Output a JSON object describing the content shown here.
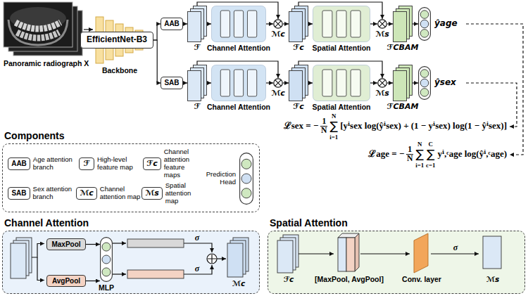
{
  "diagram": {
    "nodes": [
      {
        "text": [
          "Panoramic radiograph X"
        ]
      },
      {
        "text": [
          "Backbone"
        ]
      },
      {
        "text": [
          "EfficientNet-B3"
        ],
        "in": 1
      },
      {
        "text": [
          "AAB"
        ]
      },
      {
        "text": [
          "SAB"
        ]
      },
      {
        "text": [
          "ℱ"
        ]
      },
      {
        "text": [
          "Channel Attention"
        ]
      },
      {
        "text": [
          "ℳc"
        ]
      },
      {
        "text": [
          "ℱc"
        ]
      },
      {
        "text": [
          "Spatial Attention"
        ]
      },
      {
        "text": [
          "ℳs"
        ]
      },
      {
        "text": [
          "ℱCBAM"
        ]
      },
      {
        "text": [
          "ŷage"
        ]
      },
      {
        "text": [
          "ℱ"
        ]
      },
      {
        "text": [
          "Channel Attention"
        ]
      },
      {
        "text": [
          "ℳc"
        ]
      },
      {
        "text": [
          "ℱc"
        ]
      },
      {
        "text": [
          "Spatial Attention"
        ]
      },
      {
        "text": [
          "ℳs"
        ]
      },
      {
        "text": [
          "ℱCBAM"
        ]
      },
      {
        "text": [
          "ŷsex"
        ]
      },
      {
        "text": [
          "Components"
        ]
      },
      {
        "text": [
          "AAB",
          "Age attention branch"
        ],
        "in": 21
      },
      {
        "text": [
          "ℱ",
          "High-level feature map"
        ],
        "in": 21
      },
      {
        "text": [
          "ℱc",
          "Channel attention feature maps"
        ],
        "in": 21
      },
      {
        "text": [
          "SAB",
          "Sex attention branch"
        ],
        "in": 21
      },
      {
        "text": [
          "ℳc",
          "Channel attention map"
        ],
        "in": 21
      },
      {
        "text": [
          "ℳs",
          "Spatial attention map"
        ],
        "in": 21
      },
      {
        "text": [
          "Prediction Head"
        ],
        "in": 21
      },
      {
        "text": [
          "Channel Attention"
        ]
      },
      {
        "text": [
          "MaxPool"
        ],
        "in": 29
      },
      {
        "text": [
          "AvgPool"
        ],
        "in": 29
      },
      {
        "text": [
          "MLP"
        ],
        "in": 29
      },
      {
        "text": [
          "Spatial Attention"
        ]
      }
    ],
    "edges": [
      {
        "from": 0,
        "to": 1,
        "arrow": "to"
      },
      {
        "from": 2,
        "to": 3,
        "arrow": "to"
      },
      {
        "from": 2,
        "to": 4,
        "arrow": "to"
      },
      {
        "from": 3,
        "to": 5,
        "arrow": "to"
      },
      {
        "from": 5,
        "to": 6,
        "arrow": "to"
      },
      {
        "from": 6,
        "to": 7,
        "arrow": "to"
      },
      {
        "from": 5,
        "to": 7,
        "arrow": "to"
      },
      {
        "from": 7,
        "to": 8,
        "arrow": "to"
      },
      {
        "from": 8,
        "to": 9,
        "arrow": "to"
      },
      {
        "from": 9,
        "to": 10,
        "arrow": "to"
      },
      {
        "from": 8,
        "to": 10,
        "arrow": "to"
      },
      {
        "from": 10,
        "to": 11,
        "arrow": "to"
      },
      {
        "from": 11,
        "to": 12,
        "arrow": "to"
      },
      {
        "from": 4,
        "to": 13,
        "arrow": "to"
      },
      {
        "from": 13,
        "to": 14,
        "arrow": "to"
      },
      {
        "from": 14,
        "to": 15,
        "arrow": "to"
      },
      {
        "from": 13,
        "to": 15,
        "arrow": "to"
      },
      {
        "from": 15,
        "to": 16,
        "arrow": "to"
      },
      {
        "from": 16,
        "to": 17,
        "arrow": "to"
      },
      {
        "from": 17,
        "to": 18,
        "arrow": "to"
      },
      {
        "from": 16,
        "to": 18,
        "arrow": "to"
      },
      {
        "from": 18,
        "to": 19,
        "arrow": "to"
      },
      {
        "from": 19,
        "to": 20,
        "arrow": "to"
      },
      {
        "from": 30,
        "to": 32,
        "arrow": "to"
      },
      {
        "from": 31,
        "to": 32,
        "arrow": "to"
      }
    ],
    "labels": [
      "ℒsex = −",
      "1",
      "N",
      "N",
      "∑",
      "i=1",
      "[yⁱsex log(ŷⁱsex) + (1 − yⁱsex) log(1 − ŷⁱsex)]",
      "ℒage = −",
      "1",
      "N",
      "N",
      "∑",
      "i=1",
      "C",
      "∑",
      "c=1",
      "yⁱ,ᶜage log(ŷⁱ,ᶜage)",
      "σ",
      "σ",
      "ℳc",
      "ℱc",
      "[MaxPool, AvgPool]",
      "Conv. layer",
      "σ",
      "ℳs"
    ]
  }
}
